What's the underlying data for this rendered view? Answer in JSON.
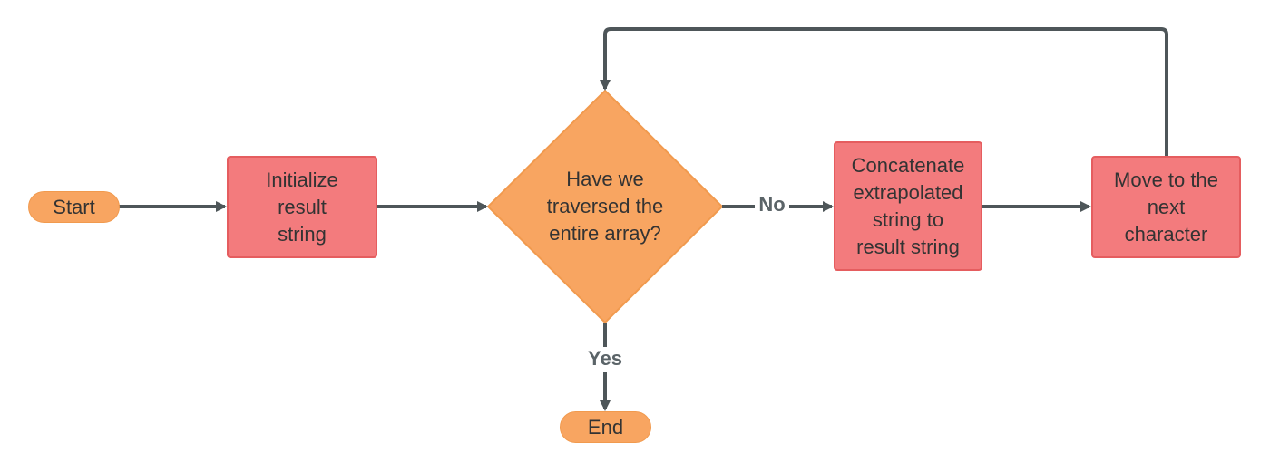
{
  "nodes": {
    "start": {
      "label": "Start"
    },
    "init": {
      "label": "Initialize\nresult\nstring"
    },
    "decision": {
      "label": "Have we\ntraversed the\nentire array?"
    },
    "concat": {
      "label": "Concatenate\nextrapolated\nstring to\nresult string"
    },
    "next": {
      "label": "Move to the\nnext\ncharacter"
    },
    "end": {
      "label": "End"
    }
  },
  "edges": {
    "no_label": "No",
    "yes_label": "Yes"
  },
  "colors": {
    "terminal_fill": "#f8a561",
    "process_fill": "#f37b7d",
    "decision_fill": "#f8a561",
    "connector": "#4e5659"
  }
}
